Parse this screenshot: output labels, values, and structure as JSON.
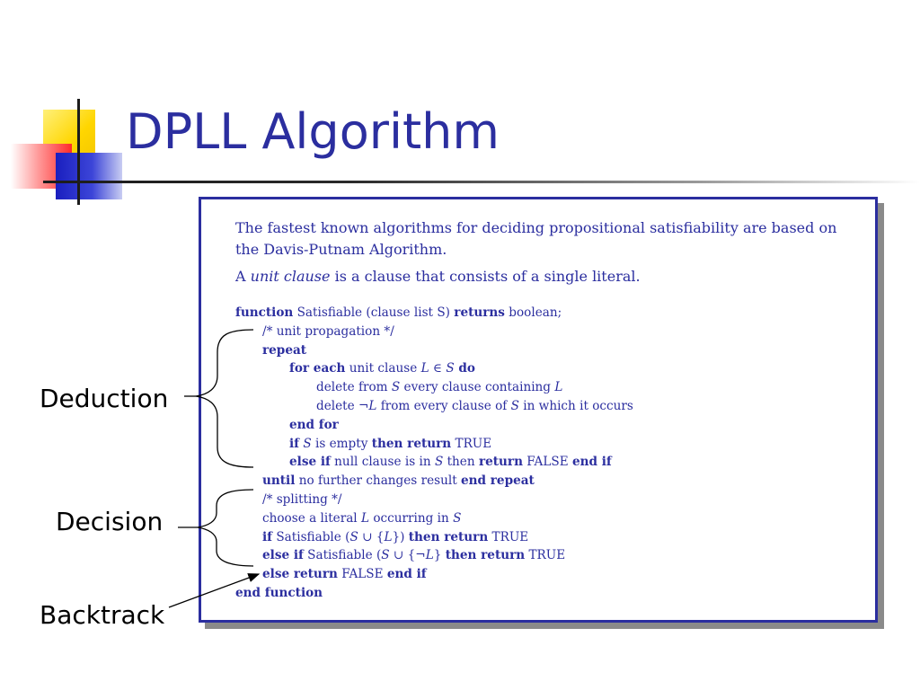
{
  "slide": {
    "title": "DPLL Algorithm"
  },
  "figure": {
    "intro": "The fastest known algorithms for deciding propositional satisfiability are based on the Davis-Putnam Algorithm.",
    "unit_clause": {
      "prefix": "A ",
      "term": "unit clause",
      "suffix": " is a clause that consists of a single literal."
    },
    "code": {
      "l1": {
        "kw1": "function",
        "t1": " Satisfiable (clause list S) ",
        "kw2": "returns",
        "t2": " boolean;"
      },
      "l2": {
        "t": "/* unit propagation */"
      },
      "l3": {
        "kw": "repeat"
      },
      "l4": {
        "kw1": "for each",
        "t1": " unit clause ",
        "m1": "L",
        "t2": " ∈ ",
        "m2": "S",
        "kw2": " do"
      },
      "l5": {
        "t1": "delete from ",
        "m1": "S",
        "t2": " every clause containing ",
        "m2": "L"
      },
      "l6": {
        "t1": "delete ¬",
        "m1": "L",
        "t2": " from every clause of ",
        "m2": "S",
        "t3": " in which it occurs"
      },
      "l7": {
        "kw": "end for"
      },
      "l8": {
        "kw1": "if",
        "m1": " S",
        "t1": " is empty ",
        "kw2": "then return",
        "t2": " TRUE"
      },
      "l9": {
        "kw1": "else if",
        "t1": " null clause is in ",
        "m1": "S",
        "t2": " then ",
        "kw2": "return",
        "t3": " FALSE ",
        "kw3": "end if"
      },
      "l10": {
        "kw1": "until",
        "t1": " no further changes result ",
        "kw2": "end repeat"
      },
      "l11": {
        "t": "/* splitting */"
      },
      "l12": {
        "t1": "choose a literal ",
        "m1": "L",
        "t2": " occurring in ",
        "m2": "S"
      },
      "l13": {
        "kw1": "if",
        "t1": " Satisfiable (",
        "m1": "S",
        "t2": " ∪ {",
        "m2": "L",
        "t3": "}) ",
        "kw2": "then return",
        "t4": " TRUE"
      },
      "l14": {
        "kw1": "else if",
        "t1": " Satisfiable (",
        "m1": "S",
        "t2": " ∪ {¬",
        "m2": "L",
        "t3": "} ",
        "kw2": "then return",
        "t4": " TRUE"
      },
      "l15": {
        "kw1": "else return",
        "t1": " FALSE ",
        "kw2": "end if"
      },
      "l16": {
        "kw": "end function"
      }
    }
  },
  "labels": {
    "deduction": "Deduction",
    "decision": "Decision",
    "backtrack": "Backtrack"
  },
  "colors": {
    "title": "#2b2e9f",
    "figure_text": "#2b2e9f",
    "frame_border": "#2b2e9f"
  }
}
